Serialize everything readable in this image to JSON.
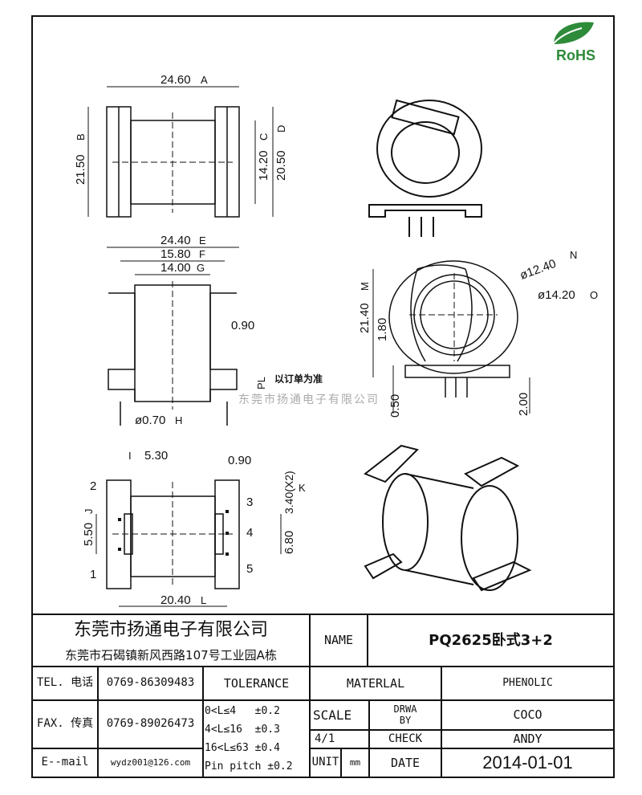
{
  "logo": {
    "text": "RoHS",
    "color": "#2e8b3a"
  },
  "watermark": "东莞市扬通电子有限公司",
  "top_view": {
    "width": "24.60",
    "width_ref": "A",
    "height": "21.50",
    "height_ref": "B",
    "inner": "14.20",
    "inner_ref": "C",
    "outer": "20.50",
    "outer_ref": "D"
  },
  "side_view": {
    "total": "24.40",
    "total_ref": "E",
    "flange": "15.80",
    "flange_ref": "F",
    "core": "14.00",
    "core_ref": "G",
    "wall": "0.90",
    "pin": "ø0.70",
    "pin_ref": "H",
    "pl": "PL",
    "pl_note": "以订单为准"
  },
  "front_view": {
    "hole_inner": "ø12.40",
    "hole_inner_ref": "N",
    "hole_outer": "ø14.20",
    "hole_outer_ref": "O",
    "height": "21.40",
    "height_ref": "M",
    "base": "1.80",
    "standoff": "0.50",
    "pin_len": "2.00"
  },
  "bottom_view": {
    "pitch_top": "5.30",
    "pitch_top_ref": "I",
    "wall": "0.90",
    "pitch_y": "3.40(X2)",
    "pitch_y_ref": "K",
    "left_span": "5.50",
    "left_span_ref": "J",
    "right_span": "6.80",
    "width": "20.40",
    "width_ref": "L",
    "pins": [
      "1",
      "2",
      "3",
      "4",
      "5"
    ]
  },
  "title_block": {
    "company": "东莞市扬通电子有限公司",
    "address": "东莞市石碣镇新风西路107号工业园A栋",
    "name_label": "NAME",
    "name_value": "PQ2625卧式3+2",
    "tel_label": "TEL. 电话",
    "tel_value": "0769-86309483",
    "fax_label": "FAX. 传真",
    "fax_value": "0769-89026473",
    "email_label": "E--mail",
    "email_value": "wydz001@126.com",
    "tolerance_label": "TOLERANCE",
    "tolerances": [
      "0<L≤4   ±0.2",
      "4<L≤16  ±0.3",
      "16<L≤63 ±0.4",
      "Pin pitch ±0.2"
    ],
    "material_label": "MATERLAL",
    "material_value": "PHENOLIC",
    "scale_label": "SCALE",
    "scale_value": "4/1",
    "drawn_label": "DRWA BY",
    "drawn_value": "COCO",
    "check_label": "CHECK",
    "check_value": "ANDY",
    "unit_label": "UNIT",
    "unit_value": "mm",
    "date_label": "DATE",
    "date_value": "2014-01-01"
  }
}
